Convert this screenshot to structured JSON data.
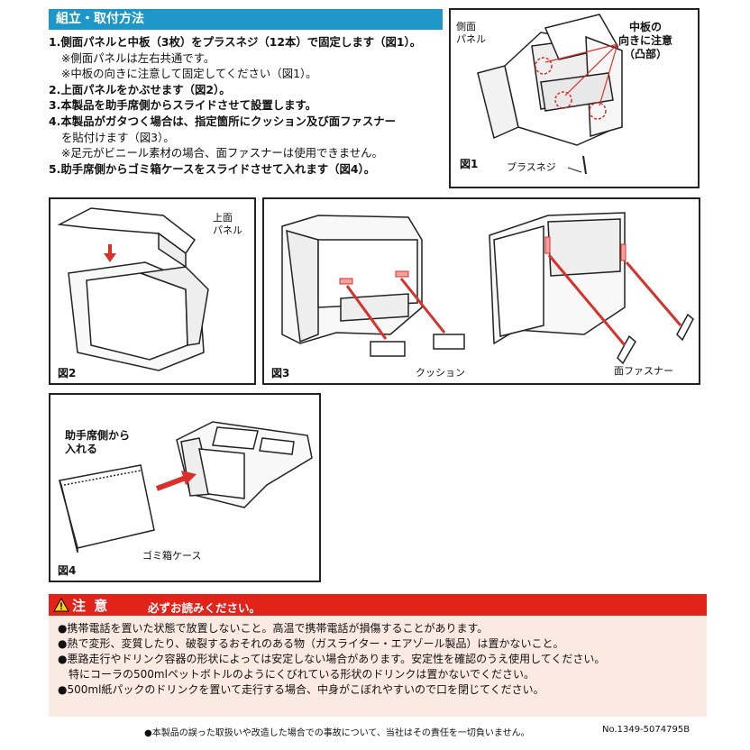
{
  "header": {
    "title": "組立・取付方法"
  },
  "steps": [
    {
      "num": "1.",
      "text": "側面パネルと中板（3枚）をプラスネジ（12本）で固定します（図1）。"
    },
    {
      "sub": "※側面パネルは左右共通です。"
    },
    {
      "sub": "※中板の向きに注意して固定してください（図1）。"
    },
    {
      "num": "2.",
      "text": "上面パネルをかぶせます（図2）。"
    },
    {
      "num": "3.",
      "text": "本製品を助手席側からスライドさせて設置します。"
    },
    {
      "num": "4.",
      "text": "本製品がガタつく場合は、指定箇所にクッション及び面ファスナー"
    },
    {
      "sub": "を貼付けます（図3）。"
    },
    {
      "sub": "※足元がビニール素材の場合、面ファスナーは使用できません。"
    },
    {
      "num": "5.",
      "text": "助手席側からゴミ箱ケースをスライドさせて入れます（図4）。"
    }
  ],
  "fig1": {
    "label": "図1",
    "side_panel": [
      "側面",
      "パネル"
    ],
    "note": [
      "中板の",
      "向きに注意",
      "（凸部）"
    ],
    "screw": "プラスネジ"
  },
  "fig2": {
    "label": "図2",
    "top_panel": [
      "上面",
      "パネル"
    ]
  },
  "fig3": {
    "label": "図3",
    "cushion": "クッション",
    "fastener": "面ファスナー"
  },
  "fig4": {
    "label": "図4",
    "from": [
      "助手席側から",
      "入れる"
    ],
    "case": "ゴミ箱ケース"
  },
  "caution": {
    "title": "注 意",
    "subtitle": "必ずお読みください。",
    "items": [
      "●携帯電話を置いた状態で放置しないこと。高温で携帯電話が損傷することがあります。",
      "●熱で変形、変質したり、破裂するおそれのある物（ガスライター・エアゾール製品）は置かないこと。",
      "●悪路走行やドリンク容器の形状によっては安定しない場合があります。安定性を確認のうえ使用してください。",
      "　特にコーラの500mlペットボトルのようにくびれている形状のドリンクは置かないでください。",
      "●500ml紙パックのドリンクを置いて走行する場合、中身がこぼれやすいので口を閉じてください。"
    ]
  },
  "footer": {
    "disclaimer": "●本製品の誤った取扱いや改造した場合での事故について、当社はその責任を一切負いません。",
    "number": "No.1349-5074795B"
  },
  "colors": {
    "header": "#1e96c8",
    "caution": "#e2231a",
    "caution_bg": "#fbeae2",
    "arrow": "#d9302b"
  }
}
